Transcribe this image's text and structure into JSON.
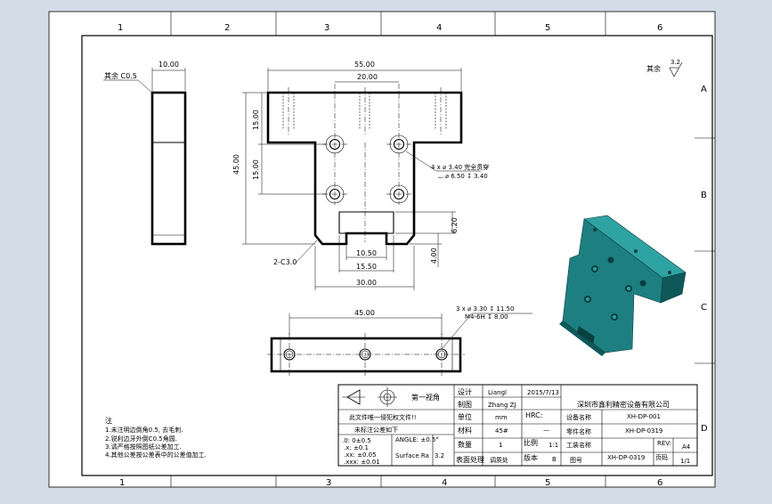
{
  "zones": {
    "cols": [
      "1",
      "2",
      "3",
      "4",
      "5",
      "6"
    ],
    "rows": [
      "A",
      "B",
      "C",
      "D"
    ]
  },
  "surface_mark": {
    "label": "其余",
    "value": "3.2"
  },
  "side_view": {
    "width": "10.00",
    "chamfer": "其余 C0.5"
  },
  "front_view": {
    "overall_width": "55.00",
    "hole_spacing": "20.00",
    "height_15a": "15.00",
    "height_15b": "15.00",
    "total_height": "45.00",
    "slot_depth": "6.20",
    "slot_height": "4.00",
    "chamfer": "2-C3.0",
    "slot_inner": "10.50",
    "slot_mid": "15.50",
    "slot_outer": "30.00",
    "hole_note_1": "4 x ⌀ 3.40 完全贯穿",
    "hole_note_2": "⌴ ⌀ 6.50 ↧ 3.40"
  },
  "bottom_view": {
    "length": "45.00",
    "hole_note_1": "3 x ⌀ 3.30 ↧ 11.50",
    "hole_note_2": "M4-6H ↧ 8.00"
  },
  "notes": {
    "heading": "注",
    "lines": [
      "1.未注明边倒角0.5, 去毛刺.",
      "2.锐利边牙外倒C0.5角圆.",
      "3.请严格按照图纸公差加工.",
      "4.其他公差按公差表中的公差值加工."
    ]
  },
  "title_block": {
    "projection_label": "第一视角",
    "design_label": "设计",
    "design_name": "Liangl",
    "design_date": "2015/7/13",
    "drawn_label": "制图",
    "drawn_name": "Zhang ZJ",
    "company": "深圳市鑫利精密设备有限公司",
    "notice_1": "此文件唯一侵犯权文件!!",
    "notice_2": "未标注公差如下",
    "unit_label": "单位",
    "unit_value": "mm",
    "hrc_label": "HRC:",
    "hrc_value": "—",
    "equip_label": "设备名称",
    "equip_value": "XH-DP-001",
    "material_label": "材料",
    "material_value": "45#",
    "part_label": "零件名称",
    "part_value": "XH-DP-0319",
    "tol_1": ".0: 0±0.5",
    "tol_2": ".x: ±0.1",
    "tol_3": ".xx: ±0.05",
    "tol_4": ".xxx: ±0.01",
    "angle_tol": "ANGLE: ±0.5°",
    "surface_rough": "Surface Ra",
    "surface_value": "3.2",
    "qty_label": "数量",
    "qty_value": "1",
    "scale_label": "比例",
    "scale_value": "1:1",
    "eng_label": "工装名称",
    "rev_label": "REV:",
    "rev_value": "A4",
    "treat_label": "表面处理",
    "treat_value": "调质处",
    "version_label": "版本",
    "version_value": "B",
    "drawing_no_label": "图号",
    "drawing_no_value": "XH-DP-0319",
    "page_label": "页码",
    "page_value": "1/1"
  },
  "colors": {
    "background": "#d4dde7",
    "paper": "#ffffff",
    "model": "#1e7f80",
    "model_dark": "#0f5859",
    "model_light": "#2fa3a3"
  }
}
